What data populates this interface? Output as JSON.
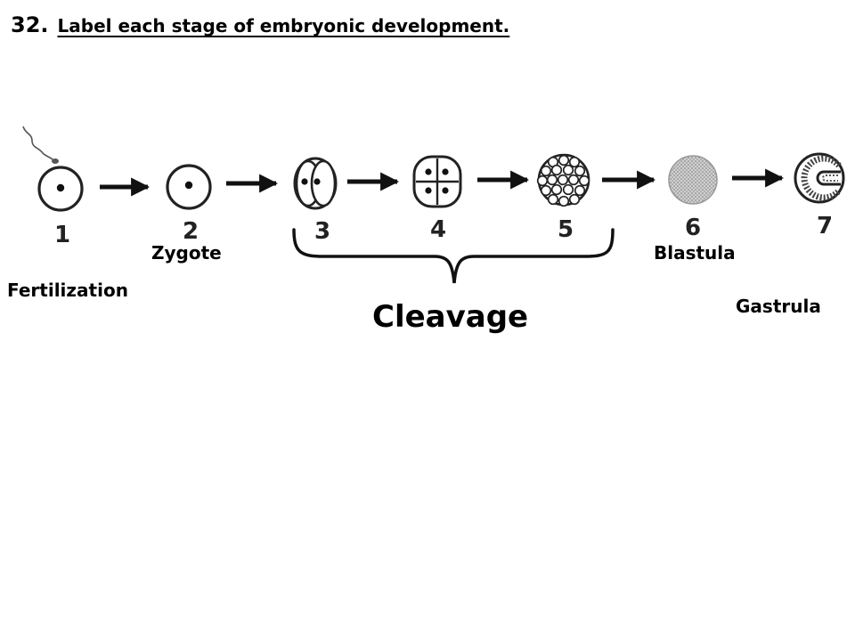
{
  "question": {
    "number": "32.",
    "prompt": "Label each stage of embryonic development."
  },
  "stage_numbers": [
    "1",
    "2",
    "3",
    "4",
    "5",
    "6",
    "7"
  ],
  "labels": {
    "fertilization": "Fertilization",
    "zygote": "Zygote",
    "cleavage": "Cleavage",
    "blastula": "Blastula",
    "gastrula": "Gastrula"
  },
  "icons": [
    "sperm-icon",
    "egg-cell-icon",
    "arrow-right-icon",
    "two-cell-icon",
    "four-cell-icon",
    "morula-icon",
    "blastula-icon",
    "gastrula-icon",
    "brace-icon"
  ]
}
